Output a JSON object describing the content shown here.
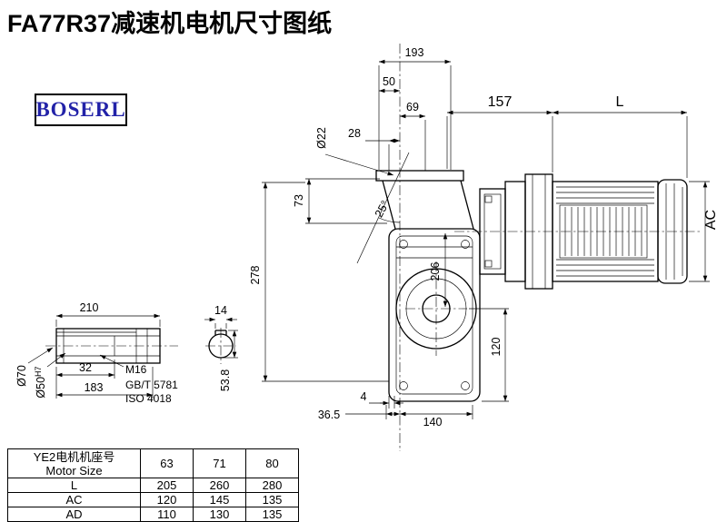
{
  "page": {
    "title": "FA77R37减速机电机尺寸图纸",
    "logo_text": "BOSERL",
    "logo_color": "#2222a8",
    "line_color": "#000000",
    "background_color": "#ffffff"
  },
  "front_view": {
    "dims": {
      "width_top": "193",
      "d50": "50",
      "d69": "69",
      "d28": "28",
      "hole": "Ø22",
      "d73": "73",
      "angle": "25°",
      "height": "278",
      "motor_157": "157",
      "motor_L": "L",
      "motor_AC": "AC",
      "center_206": "206",
      "d120": "120",
      "d4": "4",
      "d36_5": "36.5",
      "d140": "140"
    }
  },
  "shaft_view": {
    "dims": {
      "length": "210",
      "key_width": "14",
      "d32": "32",
      "d183": "183",
      "dia70": "Ø70",
      "dia50": "Ø50",
      "dia50_tol": "H7",
      "thread": "M16",
      "standard1": "GB/T 5781",
      "standard2": "ISO 4018",
      "key_height": "53.8"
    }
  },
  "table": {
    "header": {
      "line1": "YE2电机机座号",
      "line2": "Motor Size",
      "sizes": [
        "63",
        "71",
        "80"
      ]
    },
    "rows": [
      {
        "label": "L",
        "values": [
          "205",
          "260",
          "280"
        ]
      },
      {
        "label": "AC",
        "values": [
          "120",
          "145",
          "135"
        ]
      },
      {
        "label": "AD",
        "values": [
          "110",
          "130",
          "135"
        ]
      }
    ]
  }
}
